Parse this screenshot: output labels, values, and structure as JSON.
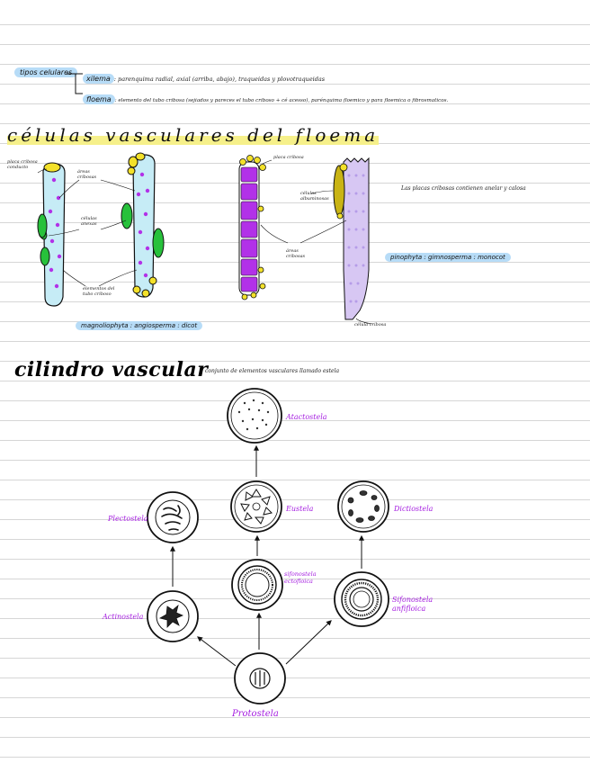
{
  "tejidos": {
    "label": "tipos celulares",
    "xilema_key": "xilema",
    "xilema_text": ": parenquima radial, axial (arriba, abajo), traqueidas y plovotraqueidas",
    "floema_key": "floema",
    "floema_text": ": elemento del tubo cribosa (sejiados y pareces el tubo criboso + cé acesso), parénquima floemico y para floemica o fibrosmaticos."
  },
  "floema_section": {
    "title": "células vasculares del floema",
    "label_placa": "placa cribosa conducto",
    "label_areas_left": "áreas cribosas",
    "label_celulas_anexas": "células anexas",
    "label_elementos": "elementos del tubo criboso",
    "badge_left": "magnoliophyta : angiosperma : dicot",
    "label_placa_right": "placa cribosa",
    "label_celulas_albuminosas": "células albuminosas",
    "label_areas_right": "áreas cribosas",
    "note_right": "Las placas cribosas contienen anelar y calosa",
    "badge_right": "pinophyta : gimnosperma : monocot",
    "label_celula_cribosa": "célula cribosa"
  },
  "cilindro_section": {
    "title": "cilindro vascular",
    "subtitle": "conjunto de elementos vasculares llamado estela"
  },
  "steles": {
    "atactostela": "Atactostela",
    "eustela": "Eustela",
    "dictiostela": "Dictiostela",
    "plectostela": "Plectostela",
    "sifonostela_ectofloica": "sifonostela ectofloica",
    "sifonostela_anfifloica": "Sifonostela anfifloica",
    "actinostela": "Actinostela",
    "protostela": "Protostela"
  },
  "colors": {
    "highlight_blue": "#b7dcf7",
    "highlight_yellow": "#f6f08a",
    "cell_blue": "#c6ecf6",
    "cell_green": "#27c13b",
    "dot_purple": "#b231e8",
    "label_purple": "#a51ee0"
  }
}
